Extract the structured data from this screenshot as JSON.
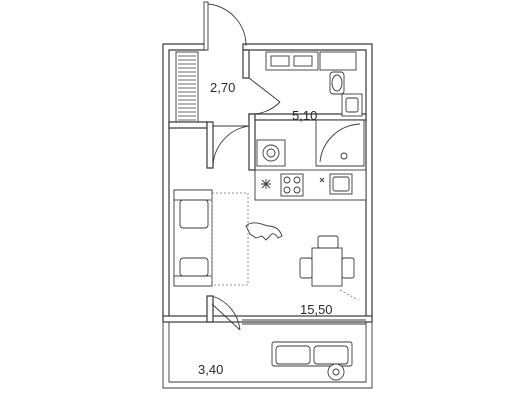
{
  "rooms": {
    "hall": {
      "area": "2,70"
    },
    "bathroom": {
      "area": "5,10"
    },
    "main_room": {
      "area": "15,50"
    },
    "balcony": {
      "area": "3,40"
    }
  },
  "colors": {
    "line": "#3a3a3a",
    "background": "#ffffff",
    "dashed": "#777777"
  }
}
